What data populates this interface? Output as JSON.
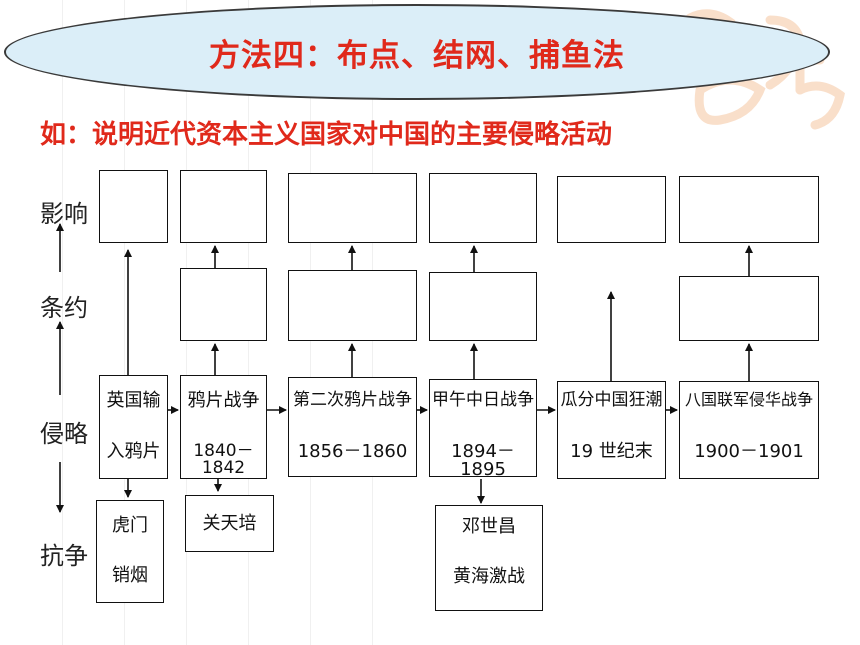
{
  "title": "方法四：布点、结网、捕鱼法",
  "subtitle": "如：说明近代资本主义国家对中国的主要侵略活动",
  "row_labels": {
    "impact": "影响",
    "treaty": "条约",
    "aggression": "侵略",
    "resistance": "抗争"
  },
  "events": [
    {
      "line1": "英国输",
      "line2": "入鸦片"
    },
    {
      "line1": "鸦片战争",
      "line2": "1840－1842"
    },
    {
      "line1": "第二次鸦片战争",
      "line2": "1856－1860"
    },
    {
      "line1": "甲午中日战争",
      "line2": "1894－1895"
    },
    {
      "line1": "瓜分中国狂潮",
      "line2": "19 世纪末"
    },
    {
      "line1": "八国联军侵华战争",
      "line2": "1900－1901"
    }
  ],
  "resistance": [
    {
      "line1": "虎门",
      "line2": "销烟"
    },
    {
      "line1": "关天培",
      "line2": ""
    },
    {
      "line1": "邓世昌",
      "line2": "黄海激战"
    }
  ],
  "colors": {
    "title_red": "#e0291b",
    "ellipse_fill": "#dbeef8"
  }
}
